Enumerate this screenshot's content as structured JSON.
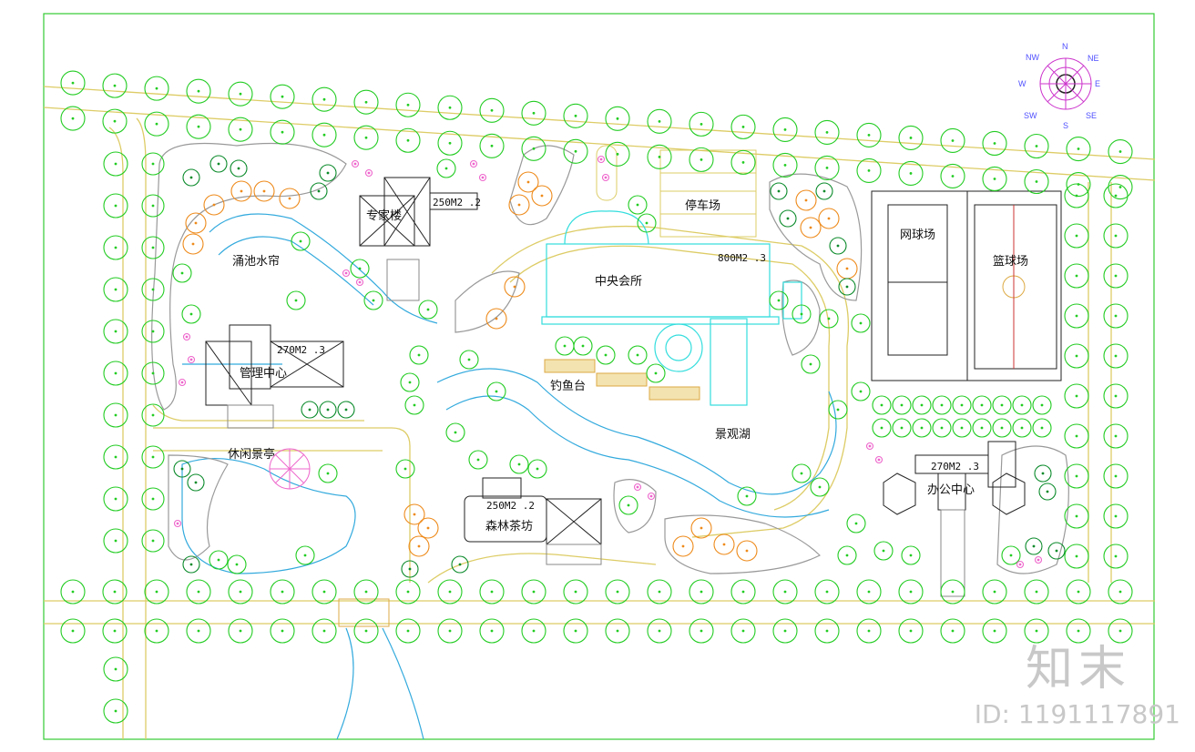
{
  "labels": {
    "expert_building": "专家楼",
    "expert_area": "250M2 .2",
    "fountain": "涌池水帘",
    "parking": "停车场",
    "clubhouse": "中央会所",
    "clubhouse_area": "800M2 .3",
    "tennis": "网球场",
    "basketball": "篮球场",
    "management": "管理中心",
    "management_area": "270M2 .3",
    "fishing": "钓鱼台",
    "lake": "景观湖",
    "pavilion": "休闲景亭",
    "teahouse": "森林茶坊",
    "teahouse_area": "250M2 .2",
    "office": "办公中心",
    "office_area": "270M2 .3"
  },
  "compass": {
    "n": "N",
    "ne": "NE",
    "e": "E",
    "se": "SE",
    "s": "S",
    "sw": "SW",
    "w": "W",
    "nw": "NW"
  },
  "watermark": {
    "logo": "知末",
    "id": "ID: 1191117891"
  },
  "colors": {
    "tree_green": "#22cc22",
    "tree_dark": "#0a8a2a",
    "tree_orange": "#ee8a1a",
    "water": "#33aadd",
    "building": "#222222",
    "cyan": "#33dddd",
    "road": "#ddcc66",
    "shrub_gray": "#999999",
    "flower": "#ee66cc",
    "compass": "#cc33cc"
  }
}
